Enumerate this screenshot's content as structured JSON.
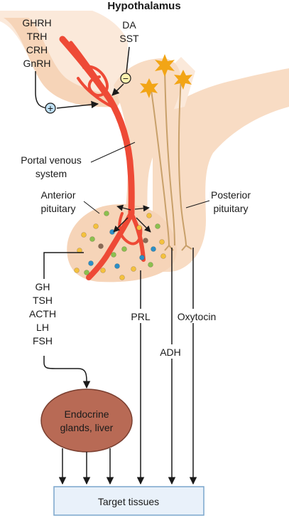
{
  "title": "Hypothalamus",
  "hypothalamic_hormones": [
    "GHRH",
    "TRH",
    "CRH",
    "GnRH"
  ],
  "inhibitory_hormones": [
    "DA",
    "SST"
  ],
  "stimulatory_sign": "+",
  "inhibitory_sign": "−",
  "portal_label": [
    "Portal venous",
    "system"
  ],
  "anterior_label": [
    "Anterior",
    "pituitary"
  ],
  "posterior_label": [
    "Posterior",
    "pituitary"
  ],
  "anterior_hormones": [
    "GH",
    "TSH",
    "ACTH",
    "LH",
    "FSH"
  ],
  "prl_label": "PRL",
  "adh_label": "ADH",
  "oxytocin_label": "Oxytocin",
  "endocrine_label": [
    "Endocrine",
    "glands, liver"
  ],
  "target_label": "Target tissues",
  "colors": {
    "tissue": "#f8dcc4",
    "tissue_light": "#fbe9da",
    "vessel": "#ee4a36",
    "neuron": "#f2a516",
    "axon": "#c8a06a",
    "gland": "#b86a55",
    "target_fill": "#e9f1fa",
    "target_border": "#7aa6cc",
    "cell_green": "#8cc04f",
    "cell_yellow": "#f4c13e",
    "cell_blue": "#2c8fc6",
    "cell_brown": "#8a6a55"
  }
}
